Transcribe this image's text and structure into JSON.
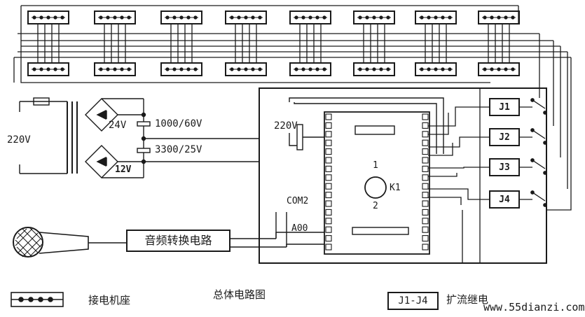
{
  "diagram": {
    "title": "总体电路图",
    "legend": {
      "socket": "接电机座",
      "relay_box": "J1-J4",
      "relay": "扩流继电"
    },
    "power": {
      "mains": "220V",
      "rectifier_v1": "24V",
      "cap1": "1000/60V",
      "cap2": "3300/25V",
      "rectifier_v2": "12V"
    },
    "controller": {
      "supply": "220V",
      "com": "COM2",
      "aout": "A00",
      "switch": "K1",
      "pin1": "1",
      "pin2": "2"
    },
    "relays": [
      "J1",
      "J2",
      "J3",
      "J4"
    ],
    "audio": "音频转换电路",
    "watermark": "www.55dianzi.com"
  }
}
